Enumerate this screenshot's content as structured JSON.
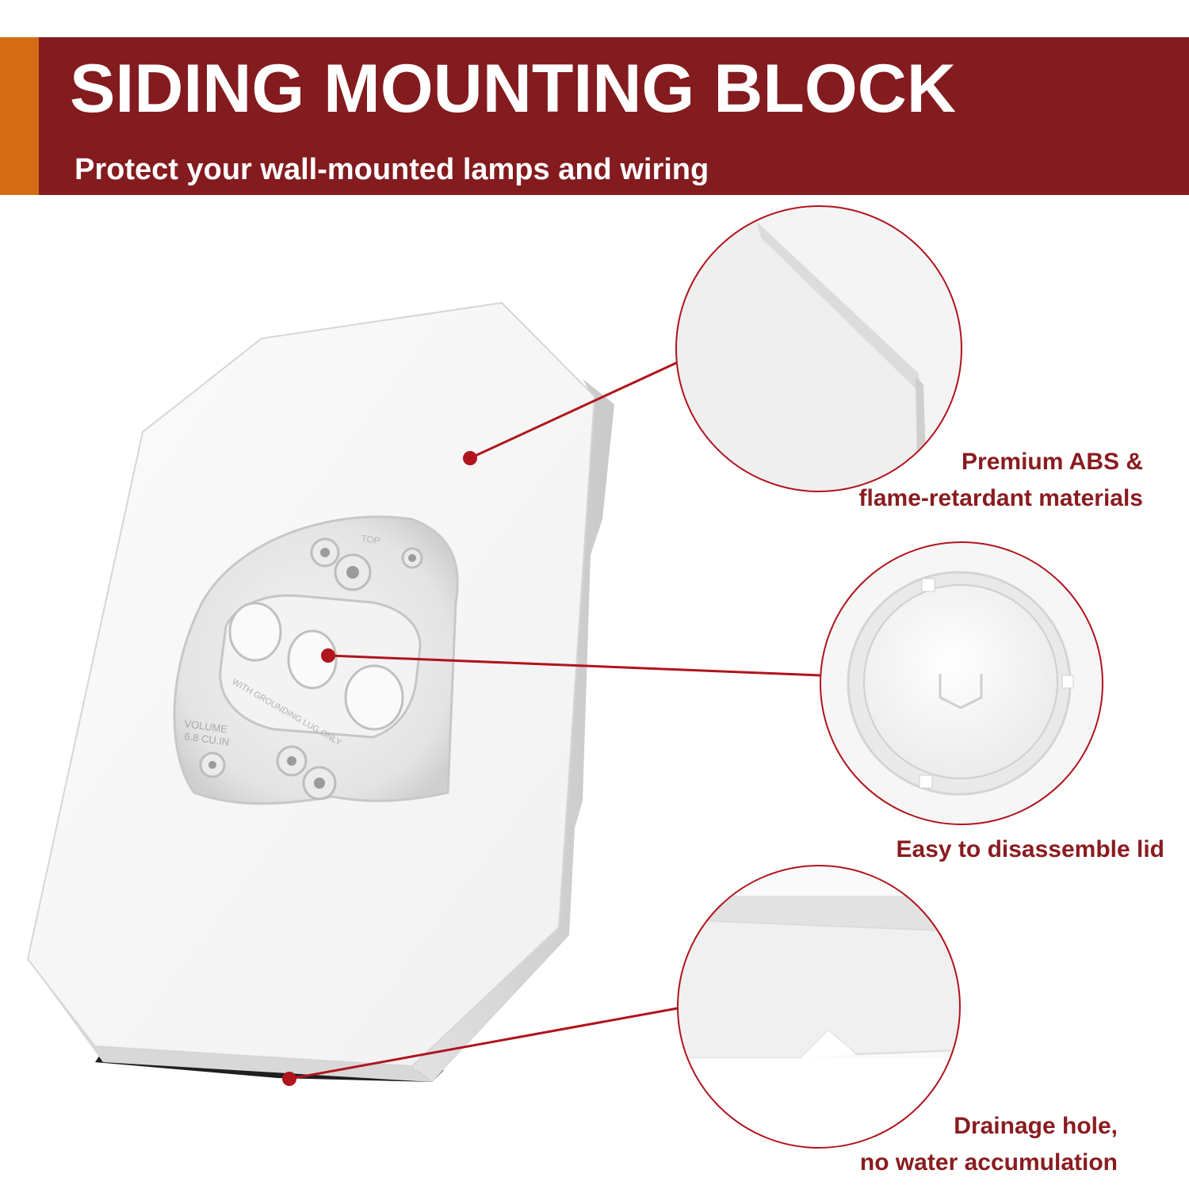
{
  "header": {
    "title": "SIDING MOUNTING BLOCK",
    "subtitle": "Protect your wall-mounted lamps and wiring"
  },
  "colors": {
    "banner": "#831b1f",
    "banner_accent": "#d36c15",
    "callout_text": "#8a1c20",
    "callout_line": "#b0141c"
  },
  "product": {
    "imprint_top": "TOP",
    "imprint_volume": "VOLUME",
    "imprint_capacity": "6.8 CU.IN",
    "imprint_grounding": "WITH GROUNDING LUG ONLY"
  },
  "callouts": [
    {
      "line1": "Premium ABS &",
      "line2": "flame-retardant materials"
    },
    {
      "line1": "Easy to disassemble lid",
      "line2": ""
    },
    {
      "line1": "Drainage hole,",
      "line2": "no water accumulation"
    }
  ]
}
